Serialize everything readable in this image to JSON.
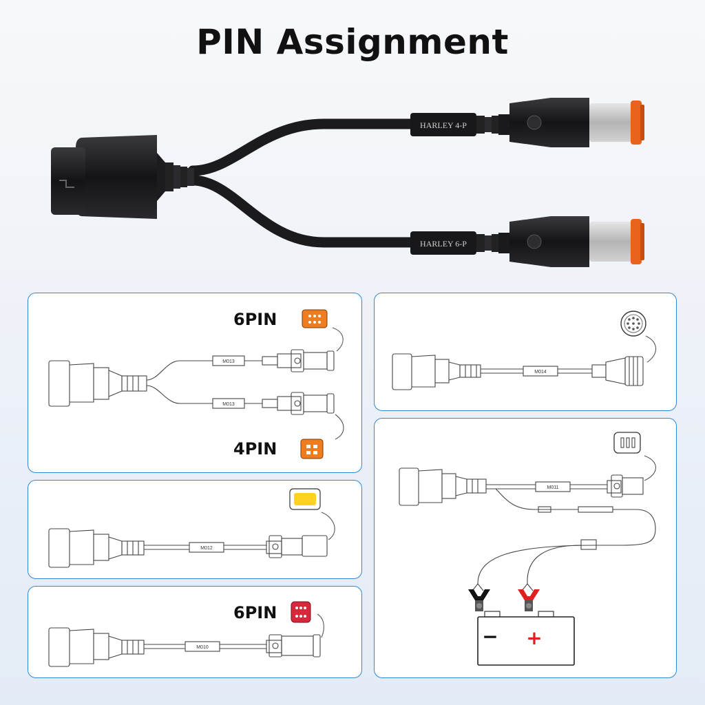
{
  "title": "PIN Assignment",
  "hero": {
    "upper_sleeve": "HARLEY 4-P",
    "lower_sleeve": "HARLEY 6-P"
  },
  "panels": {
    "p1": {
      "top_pin_label": "6PIN",
      "bottom_pin_label": "4PIN",
      "upper_module": "M013",
      "lower_module": "M013",
      "top_connector_color": "#ee7d1f",
      "bottom_connector_color": "#ee7d1f"
    },
    "p2": {
      "module": "M012",
      "connector_color": "#ffd21f"
    },
    "p3": {
      "pin_label": "6PIN",
      "module": "M010",
      "connector_color": "#d8283c"
    },
    "p4": {
      "module": "M014"
    },
    "p5": {
      "module": "M011",
      "battery_minus": "−",
      "battery_plus": "+",
      "clamp_red": "#e02020"
    }
  }
}
